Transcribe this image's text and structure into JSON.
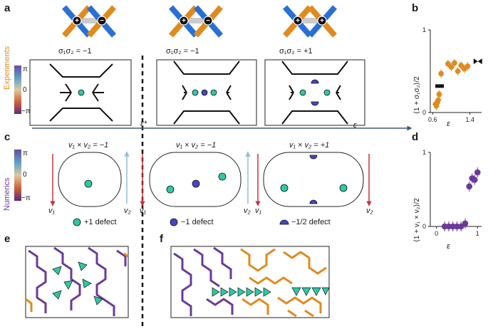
{
  "panels": {
    "a": "a",
    "b": "b",
    "c": "c",
    "d": "d",
    "e": "e",
    "f": "f"
  },
  "experiments_label": "Experiments",
  "numerics_label": "Numerics",
  "colorbar_ticks": [
    "π",
    "0",
    "−π"
  ],
  "sigma_labels": [
    "σ₁σ₂ = −1",
    "σ₁σ₂ = −1",
    "σ₁σ₂ = +1"
  ],
  "v_labels": [
    "v₁ × v₂ = −1",
    "v₁ × v₂ = −1",
    "v₁ × v₂ = +1"
  ],
  "epsilon_star": "ε*",
  "epsilon": "ε",
  "legend": {
    "plus1": "+1 defect",
    "minus1": "−1 defect",
    "minushalf": "−1/2 defect"
  },
  "v1": "v₁",
  "v2": "v₂",
  "colors": {
    "orange": "#e08a1e",
    "blue": "#2a6fd6",
    "purple": "#6a3a9a",
    "teal": "#2ec9a2",
    "defect_blue": "#4646c4",
    "arrow_red": "#c7333c",
    "arrow_light": "#8fc0d8",
    "axis_line": "#3d5a7a"
  },
  "chart_data": [
    {
      "type": "scatter",
      "panel": "b",
      "xlabel": "ε",
      "ylabel": "⟨1 + σ₁σ₂⟩/2",
      "xticks": [
        "0.6",
        "1.4"
      ],
      "yticks": [
        "0",
        "1"
      ],
      "xlim": [
        0.55,
        1.65
      ],
      "ylim": [
        0,
        1
      ],
      "series": [
        {
          "marker": "hexagon",
          "color": "#e08a1e",
          "x": [
            0.66,
            0.68,
            0.7,
            0.72,
            0.74,
            0.78,
            0.93,
            1.0,
            1.07,
            1.14,
            1.21,
            1.28,
            1.35
          ],
          "y": [
            0.1,
            0.08,
            0.12,
            0.15,
            0.22,
            0.47,
            0.59,
            0.55,
            0.6,
            0.5,
            0.57,
            0.53,
            0.56
          ]
        },
        {
          "marker": "bowtie",
          "color": "#111111",
          "x": [
            1.57
          ],
          "y": [
            0.62
          ]
        },
        {
          "marker": "bar",
          "color": "#111111",
          "x": [
            0.75
          ],
          "y": [
            0.32
          ]
        }
      ]
    },
    {
      "type": "scatter",
      "panel": "d",
      "xlabel": "ε",
      "ylabel": "⟨1 + v₁ × v₂⟩/2",
      "xticks": [
        "0",
        "1"
      ],
      "yticks": [
        "0",
        "1"
      ],
      "xlim": [
        -0.15,
        1.1
      ],
      "ylim": [
        0,
        1
      ],
      "series": [
        {
          "marker": "circle",
          "color": "#6a3a9a",
          "x": [
            0.2,
            0.3,
            0.4,
            0.5,
            0.6,
            0.7,
            0.8,
            0.87,
            0.93,
            1.0
          ],
          "y": [
            0.0,
            0.0,
            0.0,
            0.0,
            0.0,
            0.04,
            0.54,
            0.65,
            0.63,
            0.73
          ]
        }
      ]
    }
  ]
}
